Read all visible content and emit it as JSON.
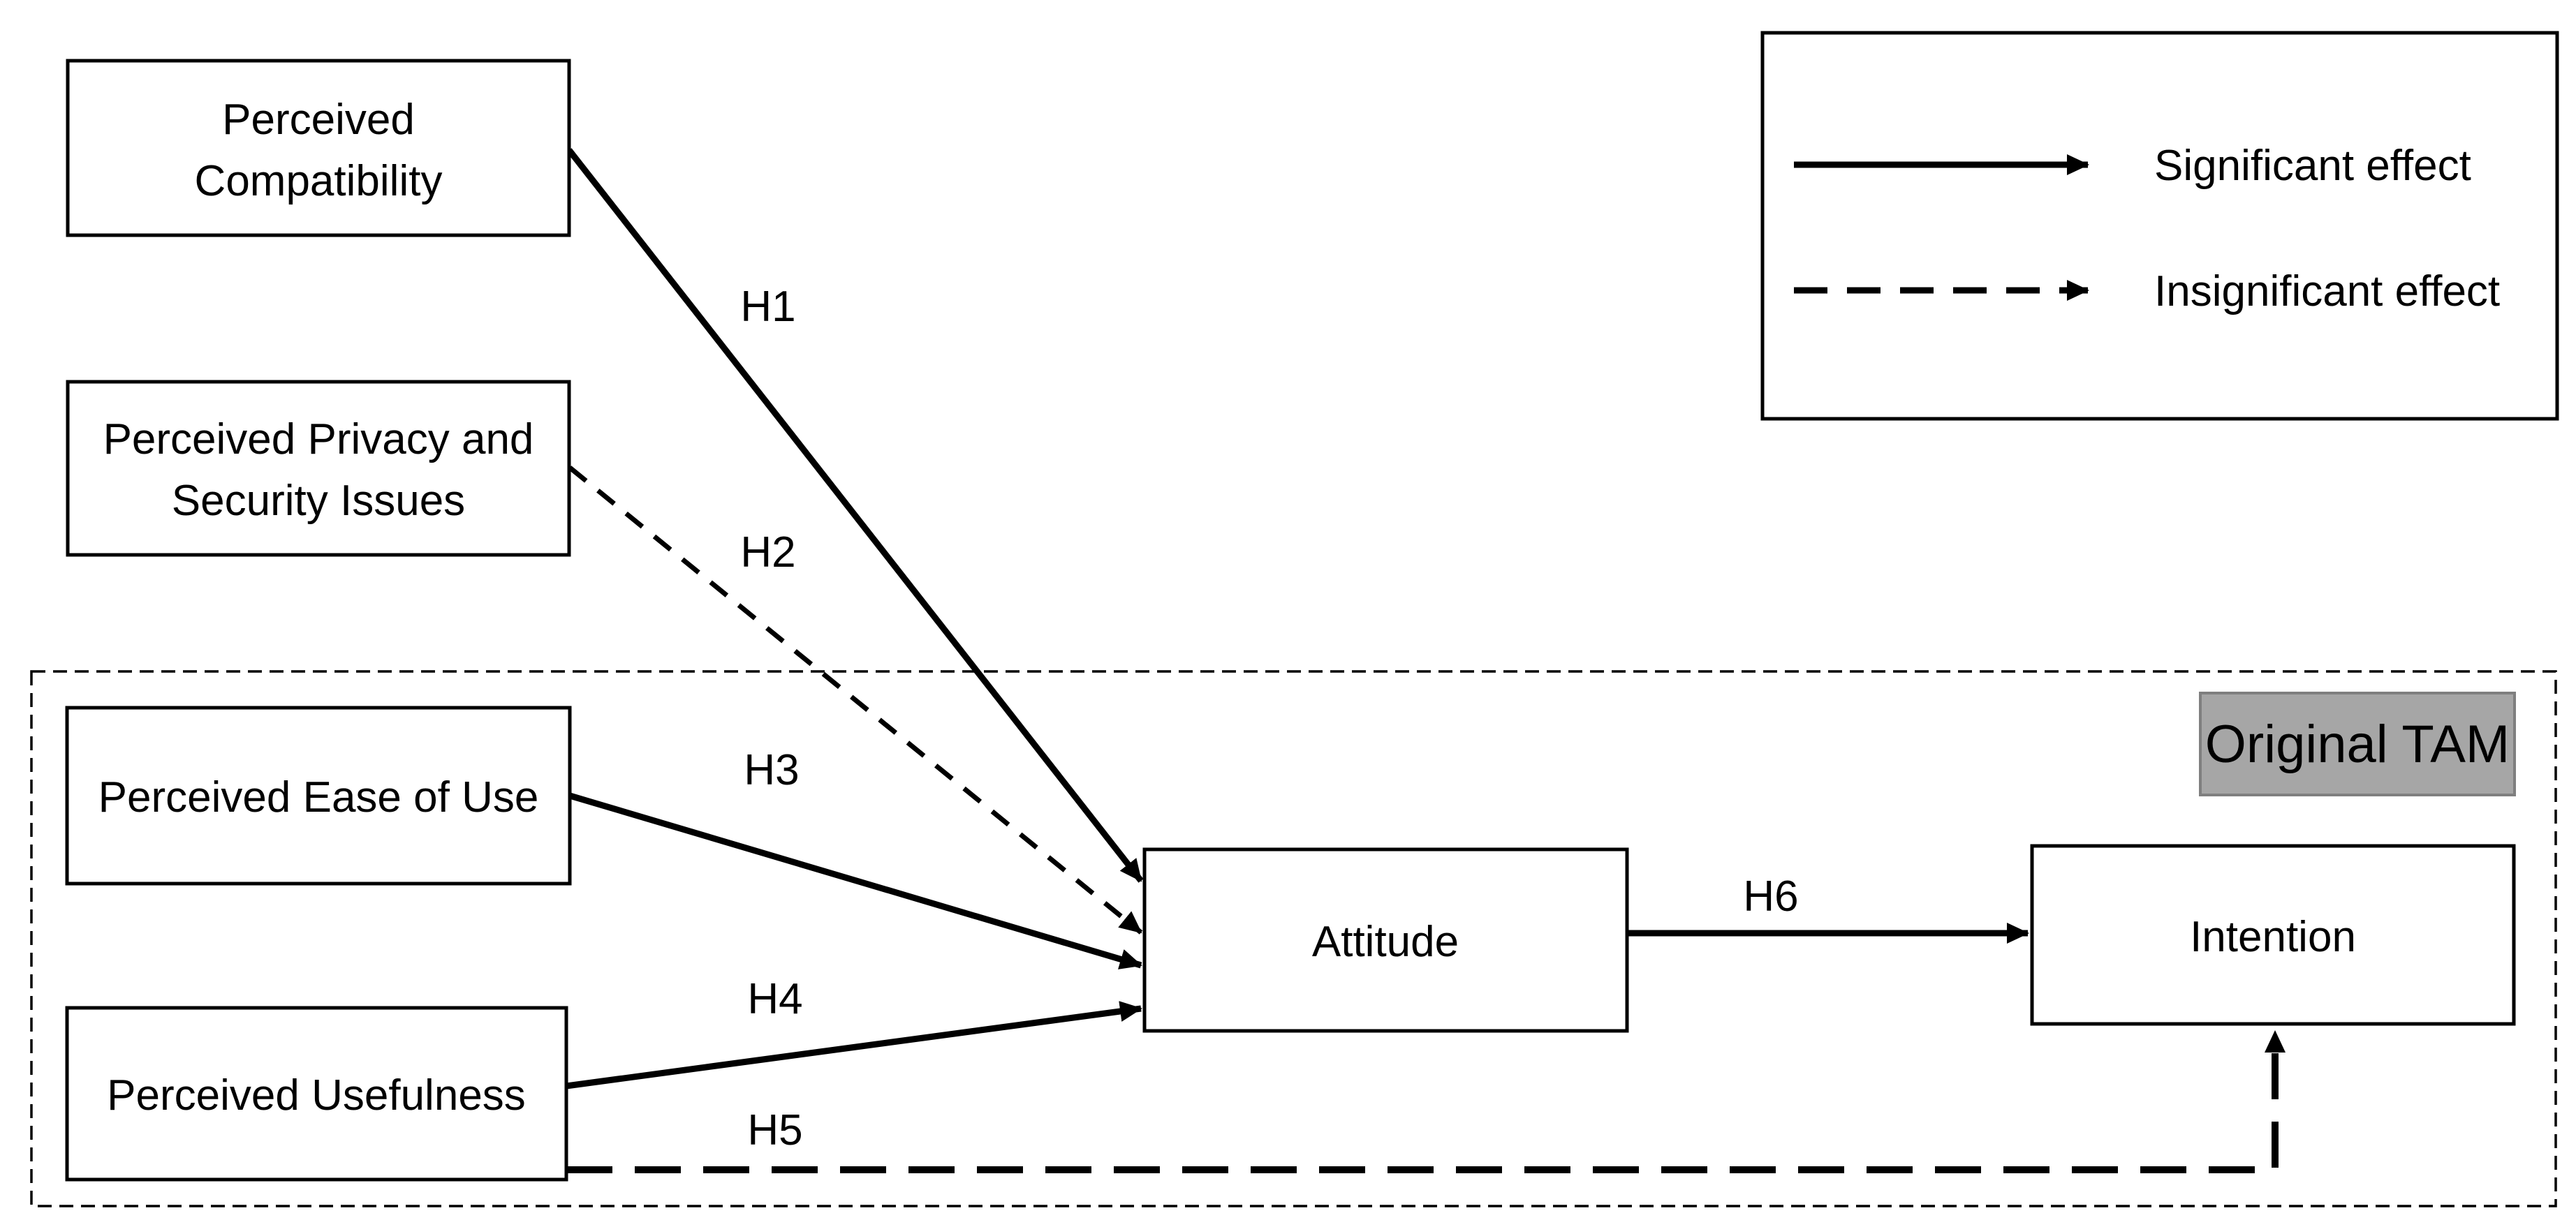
{
  "figure": {
    "kind": "TAM path diagram",
    "background": "#ffffff"
  },
  "nodes": {
    "perceived_compatibility": {
      "line1": "Perceived",
      "line2": "Compatibility"
    },
    "perceived_privacy": {
      "line1": "Perceived Privacy and",
      "line2": "Security Issues"
    },
    "perceived_ease_of_use": {
      "label": "Perceived Ease of Use"
    },
    "perceived_usefulness": {
      "label": "Perceived Usefulness"
    },
    "attitude": {
      "label": "Attitude"
    },
    "intention": {
      "label": "Intention"
    }
  },
  "paths": {
    "h1": {
      "label": "H1",
      "from": "perceived_compatibility",
      "to": "attitude",
      "style": "solid",
      "effect": "significant"
    },
    "h2": {
      "label": "H2",
      "from": "perceived_privacy",
      "to": "attitude",
      "style": "dashed",
      "effect": "insignificant"
    },
    "h3": {
      "label": "H3",
      "from": "perceived_ease_of_use",
      "to": "attitude",
      "style": "solid",
      "effect": "significant"
    },
    "h4": {
      "label": "H4",
      "from": "perceived_usefulness",
      "to": "attitude",
      "style": "solid",
      "effect": "significant"
    },
    "h5": {
      "label": "H5",
      "from": "perceived_usefulness",
      "to": "intention",
      "style": "dashed",
      "effect": "insignificant"
    },
    "h6": {
      "label": "H6",
      "from": "attitude",
      "to": "intention",
      "style": "solid",
      "effect": "significant"
    }
  },
  "tam_region": {
    "label": "Original TAM"
  },
  "legend": {
    "items": [
      {
        "label": "Significant effect",
        "style": "solid"
      },
      {
        "label": "Insignificant effect",
        "style": "dashed"
      }
    ]
  },
  "colors": {
    "line": "#000000",
    "background": "#ffffff",
    "tam_tag_fill": "#a6a6a6",
    "tam_tag_border": "#7f7f7f",
    "tam_tag_text": "#ffffff"
  }
}
